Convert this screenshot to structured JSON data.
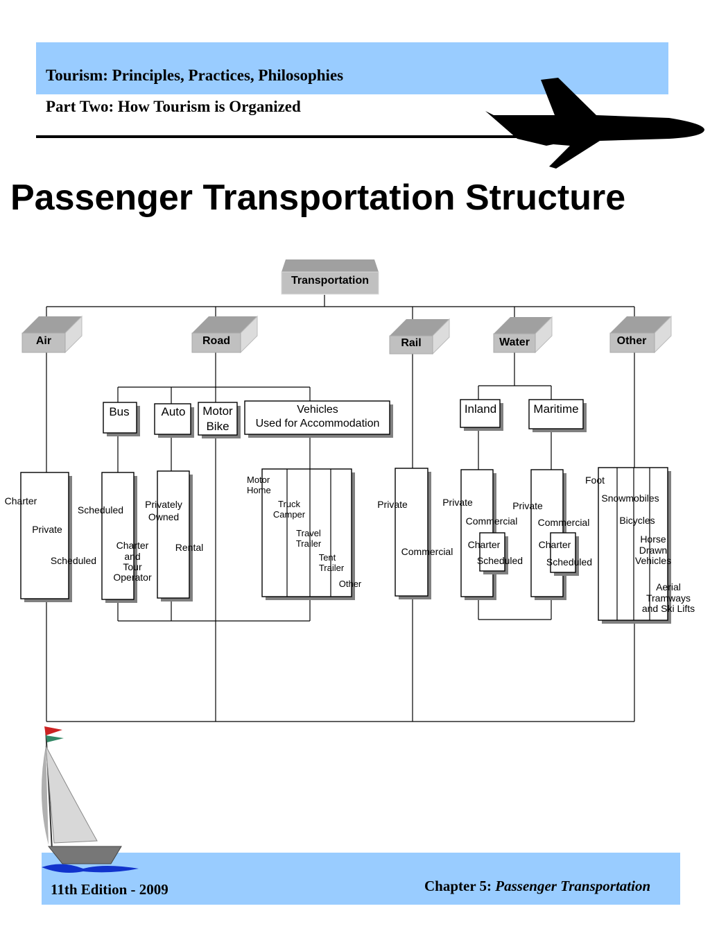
{
  "header": {
    "book_title": "Tourism: Principles, Practices, Philosophies",
    "part_title": "Part Two: How Tourism is Organized"
  },
  "title": "Passenger Transportation Structure",
  "footer": {
    "edition": "11th Edition - 2009",
    "chapter_prefix": "Chapter 5:",
    "chapter_title": "Passenger Transportation"
  },
  "icons": {
    "header": "airplane-icon",
    "footer": "sailboat-icon"
  },
  "colors": {
    "band": "#99ccff",
    "box_front": "#c0c0c0",
    "box_top": "#a0a0a0",
    "box_side": "#dcdcdc",
    "shadow": "#808080"
  },
  "diagram": {
    "root": "Transportation",
    "modes": {
      "air": "Air",
      "road": "Road",
      "rail": "Rail",
      "water": "Water",
      "other": "Other"
    },
    "road_types": {
      "bus": "Bus",
      "auto": "Auto",
      "motorbike": [
        "Motor",
        "Bike"
      ],
      "vehicles": [
        "Vehicles",
        "Used for Accommodation"
      ]
    },
    "water_types": {
      "inland": "Inland",
      "maritime": "Maritime"
    },
    "air_items": {
      "charter": "Charter",
      "private": "Private",
      "scheduled": "Scheduled"
    },
    "bus_items": {
      "scheduled": "Scheduled",
      "charter": [
        "Charter",
        "and",
        "Tour",
        "Operator"
      ]
    },
    "auto_items": {
      "private": [
        "Privately",
        "Owned"
      ],
      "rental": "Rental"
    },
    "vehicle_items": {
      "motorhome": [
        "Motor",
        "Home"
      ],
      "camper": [
        "Truck",
        "Camper"
      ],
      "travel_trailer": [
        "Travel",
        "Trailer"
      ],
      "tent_trailer": [
        "Tent",
        "Trailer"
      ],
      "other": "Other"
    },
    "rail_items": {
      "private": "Private",
      "commercial": "Commercial"
    },
    "inland_items": {
      "private": "Private",
      "commercial": "Commercial",
      "charter": "Charter",
      "scheduled": "Scheduled"
    },
    "maritime_items": {
      "private": "Private",
      "commercial": "Commercial",
      "charter": "Charter",
      "scheduled": "Scheduled"
    },
    "other_items": {
      "foot": "Foot",
      "snowmobiles": "Snowmobiles",
      "bicycles": "Bicycles",
      "horse": [
        "Horse",
        "Drawn",
        "Vehicles"
      ],
      "aerial": [
        "Aerial",
        "Tramways",
        "and Ski Lifts"
      ]
    }
  }
}
